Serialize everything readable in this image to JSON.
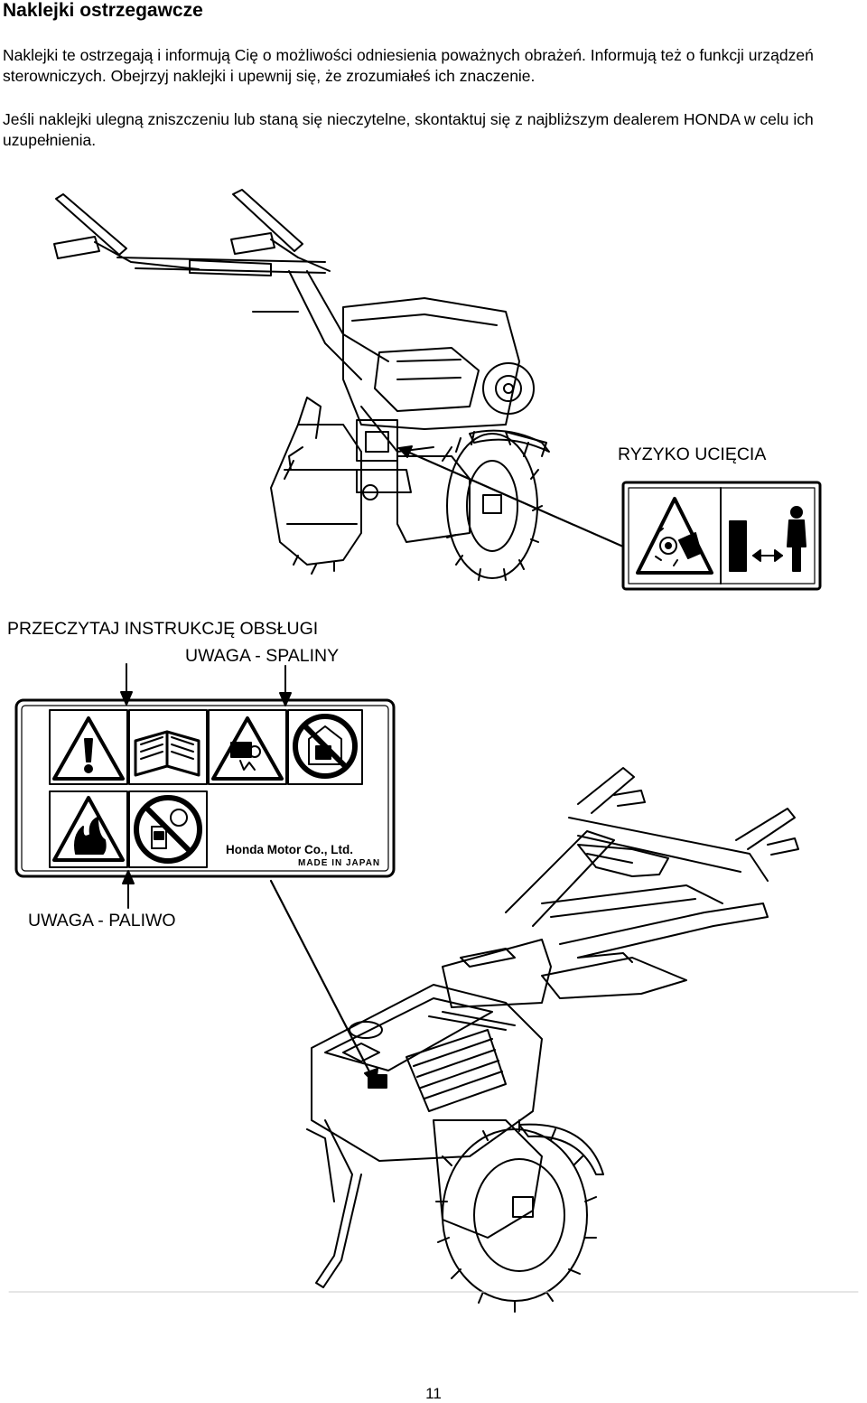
{
  "page": {
    "title": "Naklejki ostrzegawcze",
    "paragraph_1": "Naklejki te ostrzegają i informują Cię o możliwości odniesienia poważnych obrażeń. Informują też o funkcji urządzeń sterowniczych. Obejrzyj naklejki i upewnij się, że zrozumiałeś ich znaczenie.",
    "paragraph_2": "Jeśli naklejki ulegną zniszczeniu lub staną się nieczytelne, skontaktuj się z najbliższym dealerem HONDA w celu ich uzupełnienia.",
    "page_number": "11"
  },
  "labels": {
    "cut_hazard": "RYZYKO UCIĘCIA",
    "read_manual": "PRZECZYTAJ INSTRUKCJĘ OBSŁUGI",
    "exhaust_warning": "UWAGA - SPALINY",
    "fuel_warning": "UWAGA - PALIWO"
  },
  "decal": {
    "maker": "Honda Motor Co., Ltd.",
    "origin": "MADE IN JAPAN"
  },
  "icons": [
    "warning-icon",
    "manual-book-icon",
    "toxic-fumes-icon",
    "no-indoor-operation-icon",
    "fire-hazard-icon",
    "no-refuel-running-icon",
    "rotating-tines-hazard-icon",
    "keep-distance-icon"
  ]
}
